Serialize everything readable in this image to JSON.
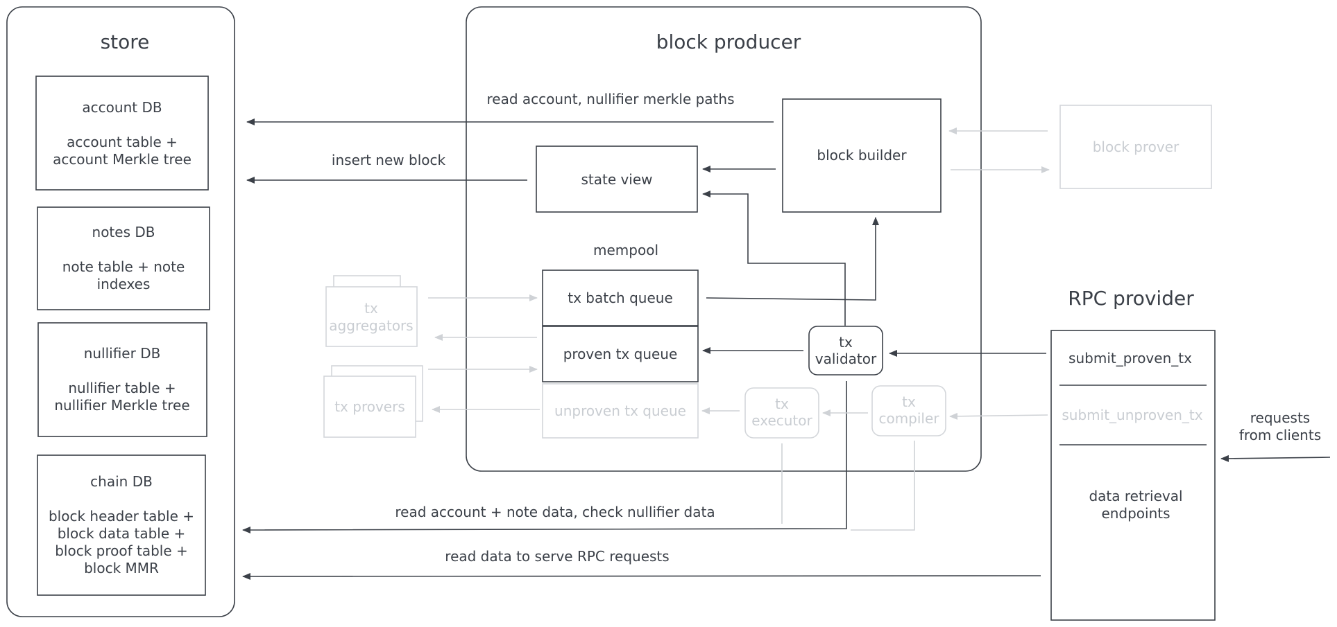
{
  "store": {
    "title": "store",
    "account_db": {
      "title": "account DB",
      "line1": "account table +",
      "line2": "account Merkle tree"
    },
    "notes_db": {
      "title": "notes DB",
      "line1": "note table + note",
      "line2": "indexes"
    },
    "nullifier_db": {
      "title": "nullifier DB",
      "line1": "nullifier table +",
      "line2": "nullifier Merkle tree"
    },
    "chain_db": {
      "title": "chain DB",
      "line1": "block header table +",
      "line2": "block data table +",
      "line3": "block proof table +",
      "line4": "block MMR"
    }
  },
  "block_producer": {
    "title": "block producer",
    "block_builder": "block builder",
    "state_view": "state view",
    "mempool": "mempool",
    "tx_batch_queue": "tx batch queue",
    "proven_tx_queue": "proven tx queue",
    "unproven_tx_queue": "unproven tx queue",
    "tx_validator": {
      "line1": "tx",
      "line2": "validator"
    },
    "tx_executor": {
      "line1": "tx",
      "line2": "executor"
    },
    "tx_compiler": {
      "line1": "tx",
      "line2": "compiler"
    }
  },
  "external": {
    "block_prover": "block prover",
    "tx_aggregators": {
      "line1": "tx",
      "line2": "aggregators"
    },
    "tx_provers": "tx provers"
  },
  "rpc": {
    "title": "RPC provider",
    "submit_proven_tx": "submit_proven_tx",
    "submit_unproven_tx": "submit_unproven_tx",
    "data_retrieval": {
      "line1": "data retrieval",
      "line2": "endpoints"
    },
    "requests": {
      "line1": "requests",
      "line2": "from clients"
    }
  },
  "edges": {
    "read_paths": "read account, nullifier merkle paths",
    "insert_block": "insert new block",
    "read_account_note": "read account + note data, check nullifier data",
    "read_rpc": "read data to serve RPC requests"
  }
}
